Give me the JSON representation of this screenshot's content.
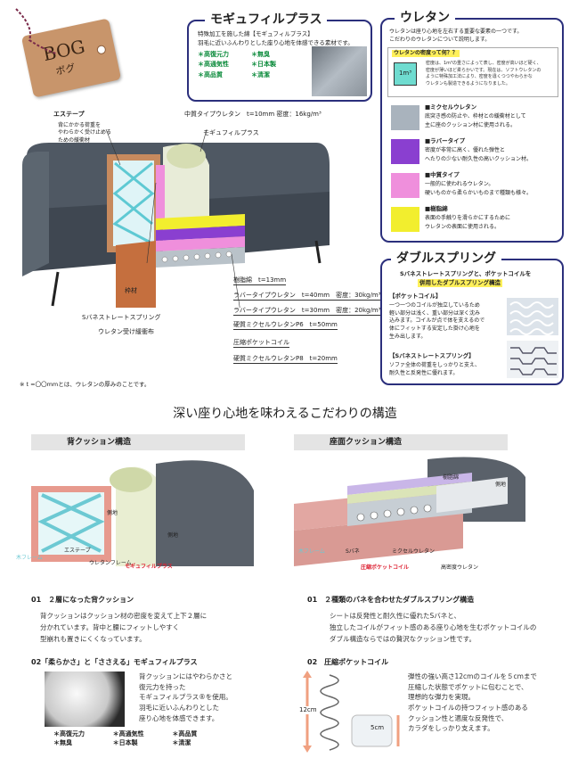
{
  "tag": {
    "brand": "BOG",
    "kana": "ボグ"
  },
  "modi": {
    "title": "モギュフィルプラス",
    "desc1": "特殊加工を施した綿【モギュフィルプラス】",
    "desc2": "羽毛に近いふんわりとした座り心地を体感できる素材です。",
    "features": [
      "＊高復元力",
      "＊無臭",
      "＊高通気性",
      "＊日本製",
      "＊高品質",
      "＊清潔"
    ]
  },
  "urethane": {
    "title": "ウレタン",
    "desc1": "ウレタンは座り心地を左右する重要な要素の一つです。",
    "desc2": "こだわりのウレタンについて説明します。",
    "density_q": "ウレタンの密度って何？？",
    "cube_label": "1m³",
    "density_text": [
      "密度は、1m³の重さによって表し、密度が高いほど硬く、",
      "密度が薄いほど柔らかいです。現在は、ソフトウレタンの",
      "ように特殊加工法により、密度を違くつつやわらかな",
      "ウレタンも製造できるようになりました。"
    ],
    "types": [
      {
        "name": "■ミクセルウレタン",
        "d1": "底突き感の防止や、枠材との緩衝材として",
        "d2": "主に座のクッション材に使用される。",
        "color": "#a9b3bd"
      },
      {
        "name": "■ラバータイプ",
        "d1": "密度が非常に高く、優れた弾性と",
        "d2": "へたりの少ない耐久性の高いクッション材。",
        "color": "#8a3fd0"
      },
      {
        "name": "■中質タイプ",
        "d1": "一般的に使われるウレタン。",
        "d2": "硬いものから柔らかいものまで種類も様々。",
        "color": "#ef8fdc"
      },
      {
        "name": "■樹脂綿",
        "d1": "表面の手触りを滑らかにするために",
        "d2": "ウレタンの表面に使用される。",
        "color": "#f2ee2e"
      }
    ]
  },
  "double": {
    "title": "ダブルスプリング",
    "lead1": "Sバネストレートスプリングと、ポケットコイルを",
    "lead2": "併用したダブルスプリング構造",
    "pocket_head": "【ポケットコイル】",
    "pocket_text": [
      "一つ一つのコイルが独立しているため",
      "軽い部分は浅く、重い部分は深く沈み",
      "込みます。コイルが点で体を支えるので",
      "体にフィットする安定した掛け心地を",
      "生み出します。"
    ],
    "s_head": "【Sバネストレートスプリング】",
    "s_text": [
      "ソファ全体の荷重をしっかりと支え、",
      "耐久性と反発性に優れます。"
    ]
  },
  "callouts": {
    "back_tape": "エステープ",
    "back_tape_desc": [
      "背にかかる荷重を",
      "やわらかく受け止める",
      "ための緩衝材"
    ],
    "mid": "中質タイプウレタン　t=10mm 密度：16kg/m³",
    "modi": "モギュフィルプラス",
    "frame": "枠材",
    "s_spring": "Sバネストレートスプリング",
    "cloth": "ウレタン受け緩衝布",
    "resin": "樹脂綿　t=13mm",
    "rubber40": "ラバータイプウレタン　t=40mm　密度：30kg/m³",
    "rubber30": "ラバータイプウレタン　t=30mm　密度：20kg/m³",
    "mixel6": "硬質ミクセルウレタンP6　t=50mm",
    "pocket": "圧縮ポケットコイル",
    "mixel8": "硬質ミクセルウレタンP8　t=20mm"
  },
  "note": "※ t =〇〇mmとは、ウレタンの厚みのことです。",
  "structure_title": "深い座り心地を味わえるこだわりの構造",
  "back_section": {
    "pill": "背クッション構造",
    "labels": {
      "side": "側地",
      "frame": "木フレーム",
      "tape": "エステープ",
      "cloth": "ウレタンフレーム",
      "modi": "モギュフィルプラス"
    },
    "h1": "01　２層になった背クッション",
    "t1": [
      "背クッションはクッション材の密度を変えて上下２層に",
      "分かれています。背中と腰にフィットしやすく",
      "型崩れも置きにくくなっています。"
    ],
    "h2": "02「柔らかさ」と「ささえる」モギュフィルプラス",
    "t2": [
      "背クッションにはやわらかさと",
      "復元力を持った",
      "モギュフィルプラス®を使用。",
      "羽毛に近いふんわりとした",
      "座り心地を体感できます。"
    ],
    "features": [
      "＊高復元力",
      "＊高通気性",
      "＊高品質",
      "＊無臭",
      "＊日本製",
      "＊清潔"
    ]
  },
  "seat_section": {
    "pill": "座面クッション構造",
    "labels": {
      "resin": "樹脂綿",
      "side": "側地",
      "frame": "木フレーム",
      "sbane": "Sバネ",
      "mixel": "ミクセルウレタン",
      "pocket": "圧縮ポケットコイル",
      "mid": "高密度ウレタン"
    },
    "h1": "01　２種類のバネを合わせたダブルスプリング構造",
    "t1": [
      "シートは反発性と耐久性に優れたSバネと、",
      "独立したコイルがフィット感のある座り心地を生むポケットコイルの",
      "ダブル構造ならではの贅沢なクッション性です。"
    ],
    "h2": "02　圧縮ポケットコイル",
    "t2": [
      "弾性の強い高さ12cmのコイルを５cmまで",
      "圧縮した状態でポケットに包むことで、",
      "理想的な弾力を実現。",
      "ポケットコイルの持つフィット感のある",
      "クッション性と適度な反発性で、",
      "カラダをしっかり支えます。"
    ],
    "h12": "12cm",
    "h5": "5cm"
  }
}
